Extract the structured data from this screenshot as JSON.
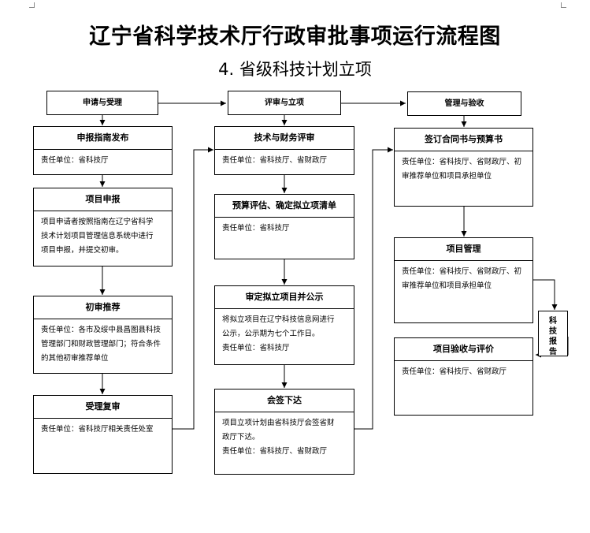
{
  "title": "辽宁省科学技术厅行政审批事项运行流程图",
  "subtitle": "4.  省级科技计划立项",
  "headers": {
    "apply": "申请与受理",
    "review": "评审与立项",
    "manage": "管理与验收"
  },
  "col1": {
    "guide": {
      "title": "申报指南发布",
      "lines": [
        "责任单位：省科技厅"
      ]
    },
    "declare": {
      "title": "项目申报",
      "lines": [
        "项目申请者按照指南在辽宁省科学",
        "技术计划项目管理信息系统中进行",
        "项目申报，并提交初审。"
      ]
    },
    "prelim": {
      "title": "初审推荐",
      "lines": [
        "责任单位：各市及绥中县昌图县科技",
        "管理部门和财政管理部门；符合条件",
        "的其他初审推荐单位"
      ]
    },
    "accept": {
      "title": "受理复审",
      "lines": [
        "责任单位：省科技厅相关责任处室"
      ]
    }
  },
  "col2": {
    "tech": {
      "title": "技术与财务评审",
      "lines": [
        "责任单位：省科技厅、省财政厅"
      ]
    },
    "budget": {
      "title": "预算评估、确定拟立项清单",
      "lines": [
        "责任单位：省科技厅"
      ]
    },
    "publicity": {
      "title": "审定拟立项目并公示",
      "lines": [
        "将拟立项目在辽宁科技信息网进行",
        "公示，公示期为七个工作日。",
        "责任单位：省科技厅"
      ]
    },
    "issue": {
      "title": "会签下达",
      "lines": [
        "项目立项计划由省科技厅会签省财",
        "政厅下达。",
        "责任单位：省科技厅、省财政厅"
      ]
    }
  },
  "col3": {
    "contract": {
      "title": "签订合同书与预算书",
      "lines": [
        "责任单位：省科技厅、省财政厅、初",
        "审推荐单位和项目承担单位"
      ]
    },
    "projmgmt": {
      "title": "项目管理",
      "lines": [
        "责任单位：省科技厅、省财政厅、初",
        "审推荐单位和项目承担单位"
      ]
    },
    "acceptance": {
      "title": "项目验收与评价",
      "lines": [
        "责任单位：省科技厅、省财政厅"
      ]
    }
  },
  "side_box": {
    "chars": [
      "科",
      "技",
      "报",
      "告"
    ]
  }
}
